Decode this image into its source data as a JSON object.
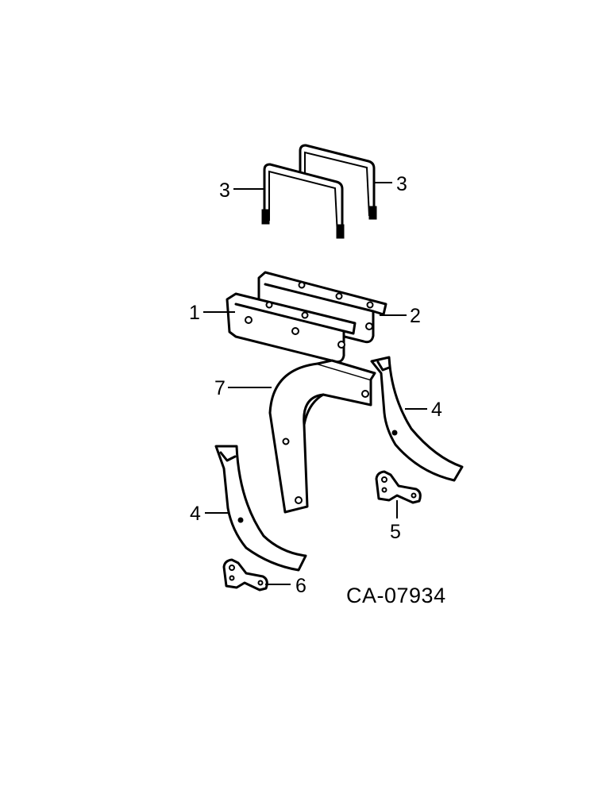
{
  "diagram": {
    "drawing_code": "CA-07934",
    "callouts": {
      "c1": "1",
      "c2": "2",
      "c3_left": "3",
      "c3_right": "3",
      "c4_left": "4",
      "c4_right": "4",
      "c5": "5",
      "c6": "6",
      "c7": "7"
    },
    "colors": {
      "line": "#000000",
      "background": "#ffffff"
    }
  }
}
